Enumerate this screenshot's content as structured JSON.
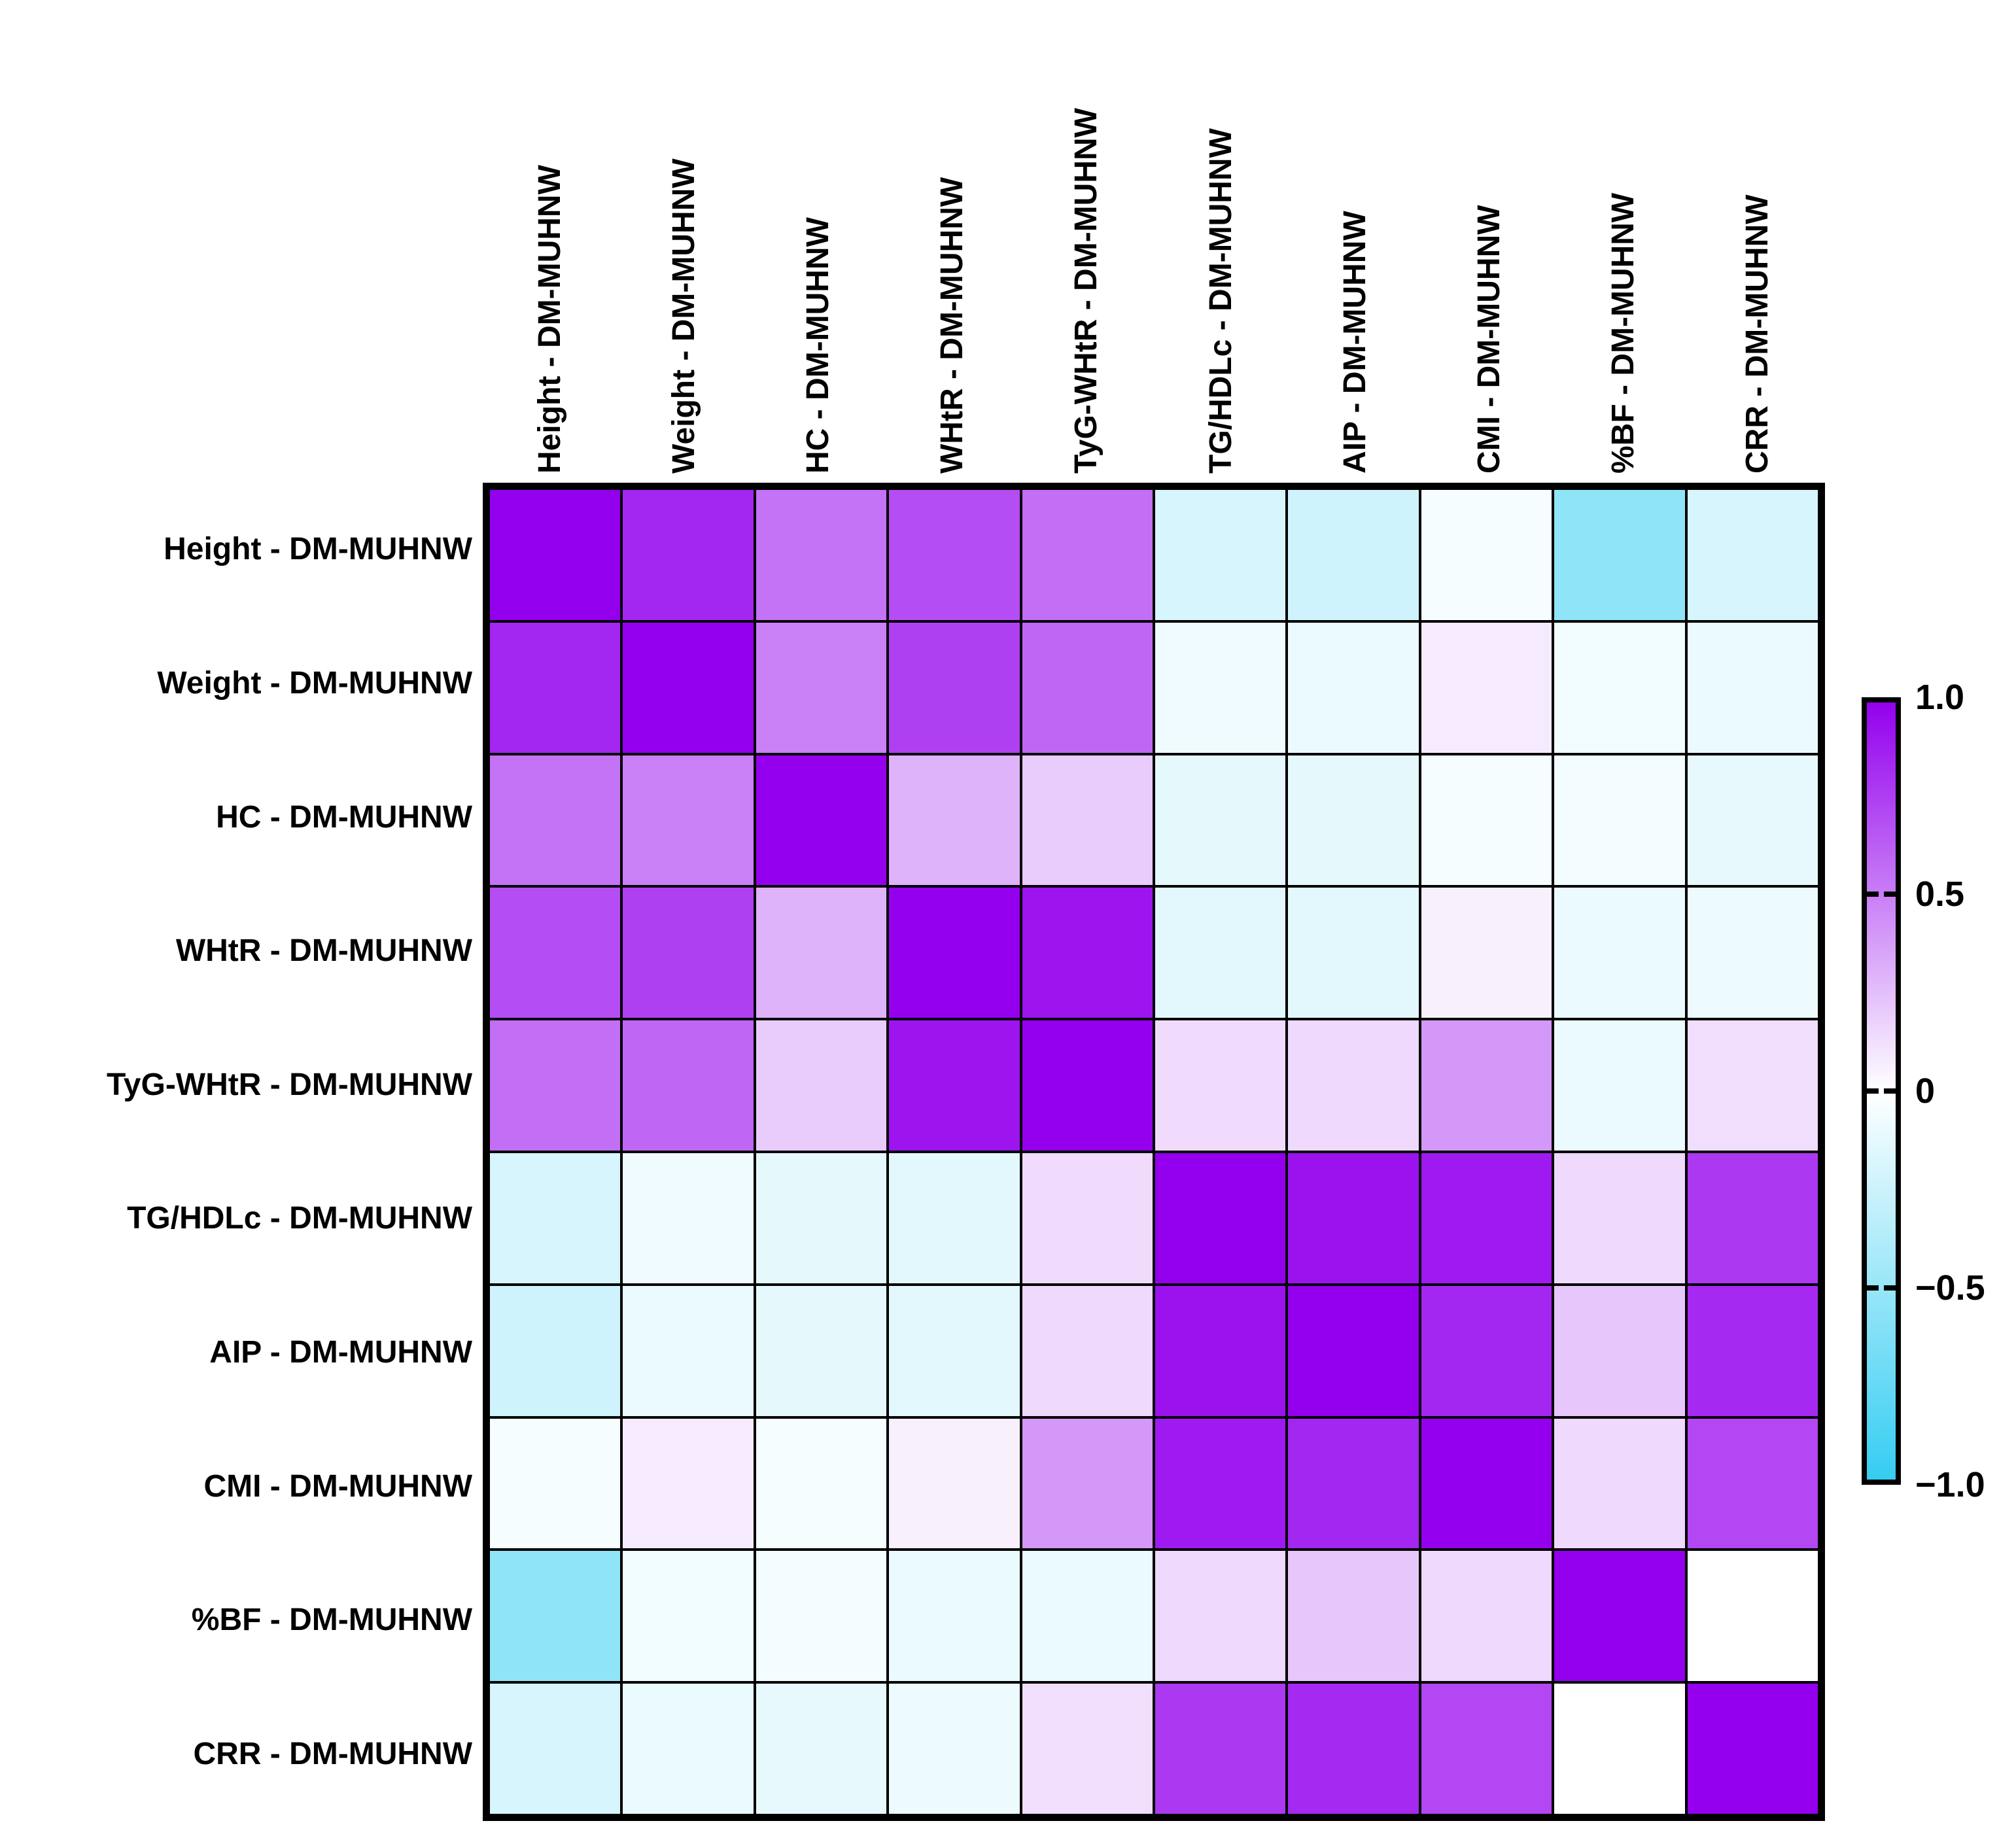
{
  "figure": {
    "background": "#FFFFFF",
    "grid_line_color": "#000000",
    "label_suffix": "DM-MUHNW"
  },
  "chart_data": {
    "type": "heatmap",
    "title": "",
    "row_labels": [
      "Height - DM-MUHNW",
      "Weight - DM-MUHNW",
      "HC - DM-MUHNW",
      "WHtR - DM-MUHNW",
      "TyG-WHtR - DM-MUHNW",
      "TG/HDLc - DM-MUHNW",
      "AIP - DM-MUHNW",
      "CMI - DM-MUHNW",
      "%BF - DM-MUHNW",
      "CRR - DM-MUHNW"
    ],
    "col_labels": [
      "Height - DM-MUHNW",
      "Weight - DM-MUHNW",
      "HC - DM-MUHNW",
      "WHtR - DM-MUHNW",
      "TyG-WHtR - DM-MUHNW",
      "TG/HDLc - DM-MUHNW",
      "AIP - DM-MUHNW",
      "CMI - DM-MUHNW",
      "%BF - DM-MUHNW",
      "CRR - DM-MUHNW"
    ],
    "values": [
      [
        1.0,
        0.85,
        0.55,
        0.7,
        0.57,
        -0.2,
        -0.24,
        -0.05,
        -0.55,
        -0.2
      ],
      [
        0.85,
        1.0,
        0.5,
        0.75,
        0.6,
        -0.08,
        -0.1,
        0.08,
        -0.07,
        -0.1
      ],
      [
        0.55,
        0.5,
        1.0,
        0.3,
        0.2,
        -0.13,
        -0.13,
        -0.05,
        -0.06,
        -0.12
      ],
      [
        0.7,
        0.75,
        0.3,
        1.0,
        0.92,
        -0.14,
        -0.14,
        0.06,
        -0.1,
        -0.09
      ],
      [
        0.57,
        0.6,
        0.2,
        0.92,
        1.0,
        0.14,
        0.15,
        0.4,
        -0.1,
        0.13
      ],
      [
        -0.2,
        -0.08,
        -0.13,
        -0.14,
        0.14,
        1.0,
        0.93,
        0.9,
        0.15,
        0.78
      ],
      [
        -0.24,
        -0.1,
        -0.13,
        -0.14,
        0.15,
        0.93,
        1.0,
        0.85,
        0.22,
        0.84
      ],
      [
        -0.05,
        0.08,
        -0.05,
        0.06,
        0.4,
        0.9,
        0.85,
        1.0,
        0.15,
        0.72
      ],
      [
        -0.55,
        -0.07,
        -0.06,
        -0.1,
        -0.1,
        0.15,
        0.22,
        0.15,
        1.0,
        0.0
      ],
      [
        -0.2,
        -0.1,
        -0.12,
        -0.09,
        0.13,
        0.78,
        0.84,
        0.72,
        0.0,
        1.0
      ]
    ],
    "value_range": [
      -1.0,
      1.0
    ],
    "colorbar": {
      "position": "right",
      "tick_labels": [
        "1.0",
        "0.5",
        "0",
        "−0.5",
        "−1.0"
      ],
      "tick_values": [
        1.0,
        0.5,
        0.0,
        -0.5,
        -1.0
      ],
      "color_max": "#9400EE",
      "color_mid": "#FFFFFF",
      "color_min": "#35CDF2"
    },
    "legend_position": "right",
    "grid_on": true
  }
}
